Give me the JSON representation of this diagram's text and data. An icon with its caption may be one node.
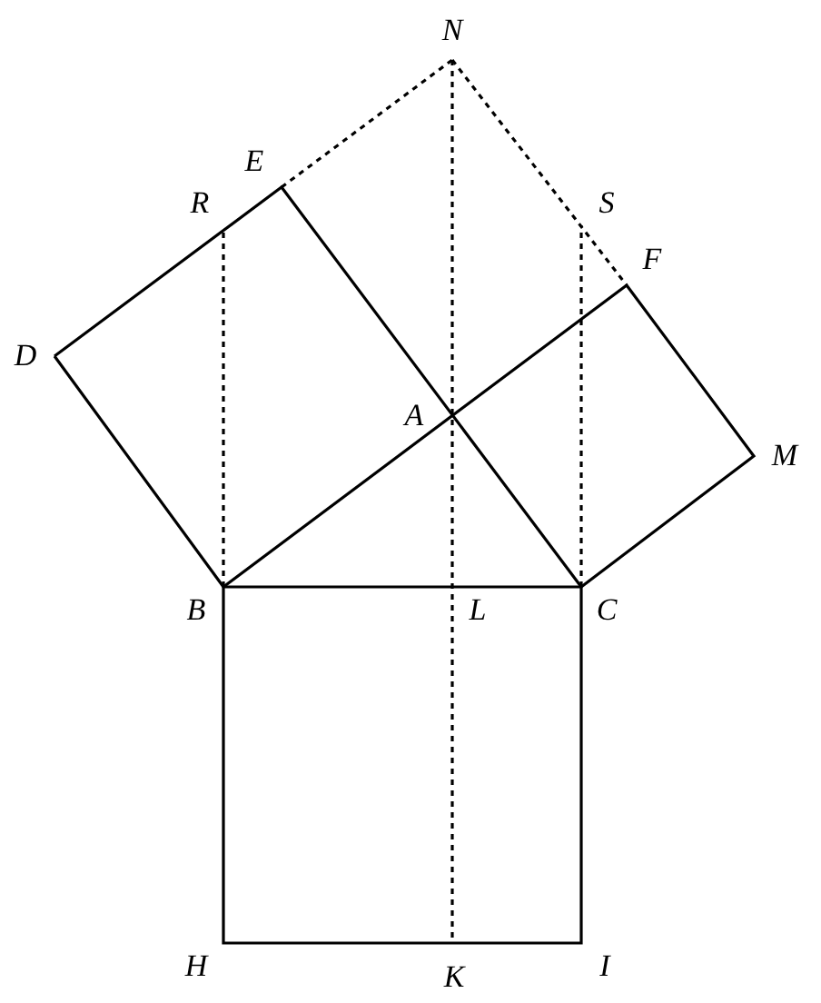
{
  "diagram": {
    "labels": [
      "N",
      "E",
      "R",
      "S",
      "F",
      "D",
      "A",
      "M",
      "B",
      "L",
      "C",
      "H",
      "K",
      "I"
    ]
  }
}
